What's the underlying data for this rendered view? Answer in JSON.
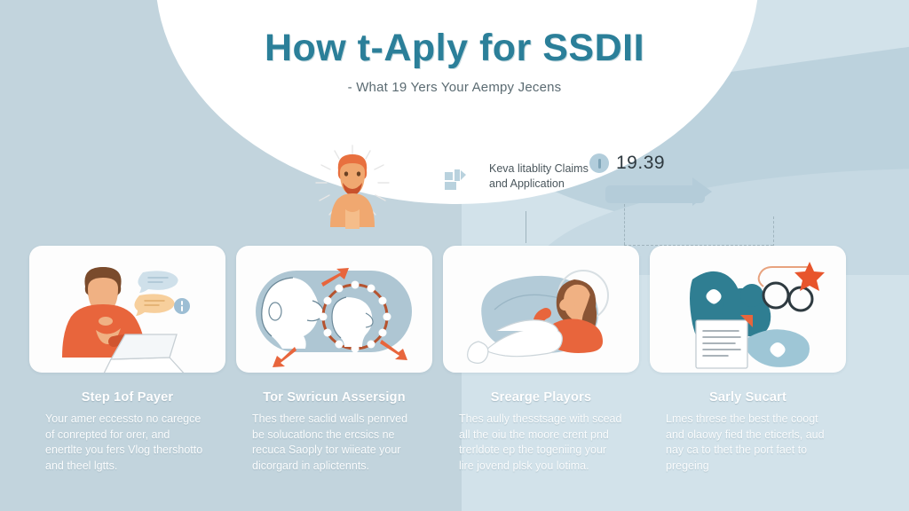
{
  "header": {
    "title": "How t-Aply for SSDII",
    "subtitle": "- What 19 Yers Your Aempy Jecens"
  },
  "mid_band": {
    "glyph_name": "abstract-logo-mark",
    "label": "Keva litablity Claims and Application",
    "stat": {
      "value": "19.39",
      "badge_name": "info-dot"
    }
  },
  "colors": {
    "background_left": "#c2d4dd",
    "background_right": "#d2e2ea",
    "title": "#2b7f99",
    "accent_orange": "#e8704a",
    "accent_teal": "#2f7e92",
    "card_surface": "#fdfdfd",
    "caption_text": "#ffffff"
  },
  "cards": [
    {
      "illustration": "person-at-laptop",
      "title": "Step 1of Payer",
      "body": "Your amer eccessto no caregce of conrepted for orer, and enertlte you fers Vlog thershotto and theel lgtts."
    },
    {
      "illustration": "two-profile-heads-cycle",
      "title": "Tor Swricun Assersign",
      "body": "Thes there saclid walls penrved be solucatlonc the ercsics ne recuca Saoply tor wiieate your dicorgard in aplictennts."
    },
    {
      "illustration": "reclining-person-with-phone",
      "title": "Srearge Playors",
      "body": "Thes aully thesstsage with scead all the oiu the moore crent pnd trerldote ep the togeniing your lire jovend plsk you lotima."
    },
    {
      "illustration": "document-hearts-and-star",
      "title": "Sarly Sucart",
      "body": "Lmes threse the best the coogt and olaowy fied the eticerls, aud nay ca to thet the port faet to pregeing"
    }
  ]
}
